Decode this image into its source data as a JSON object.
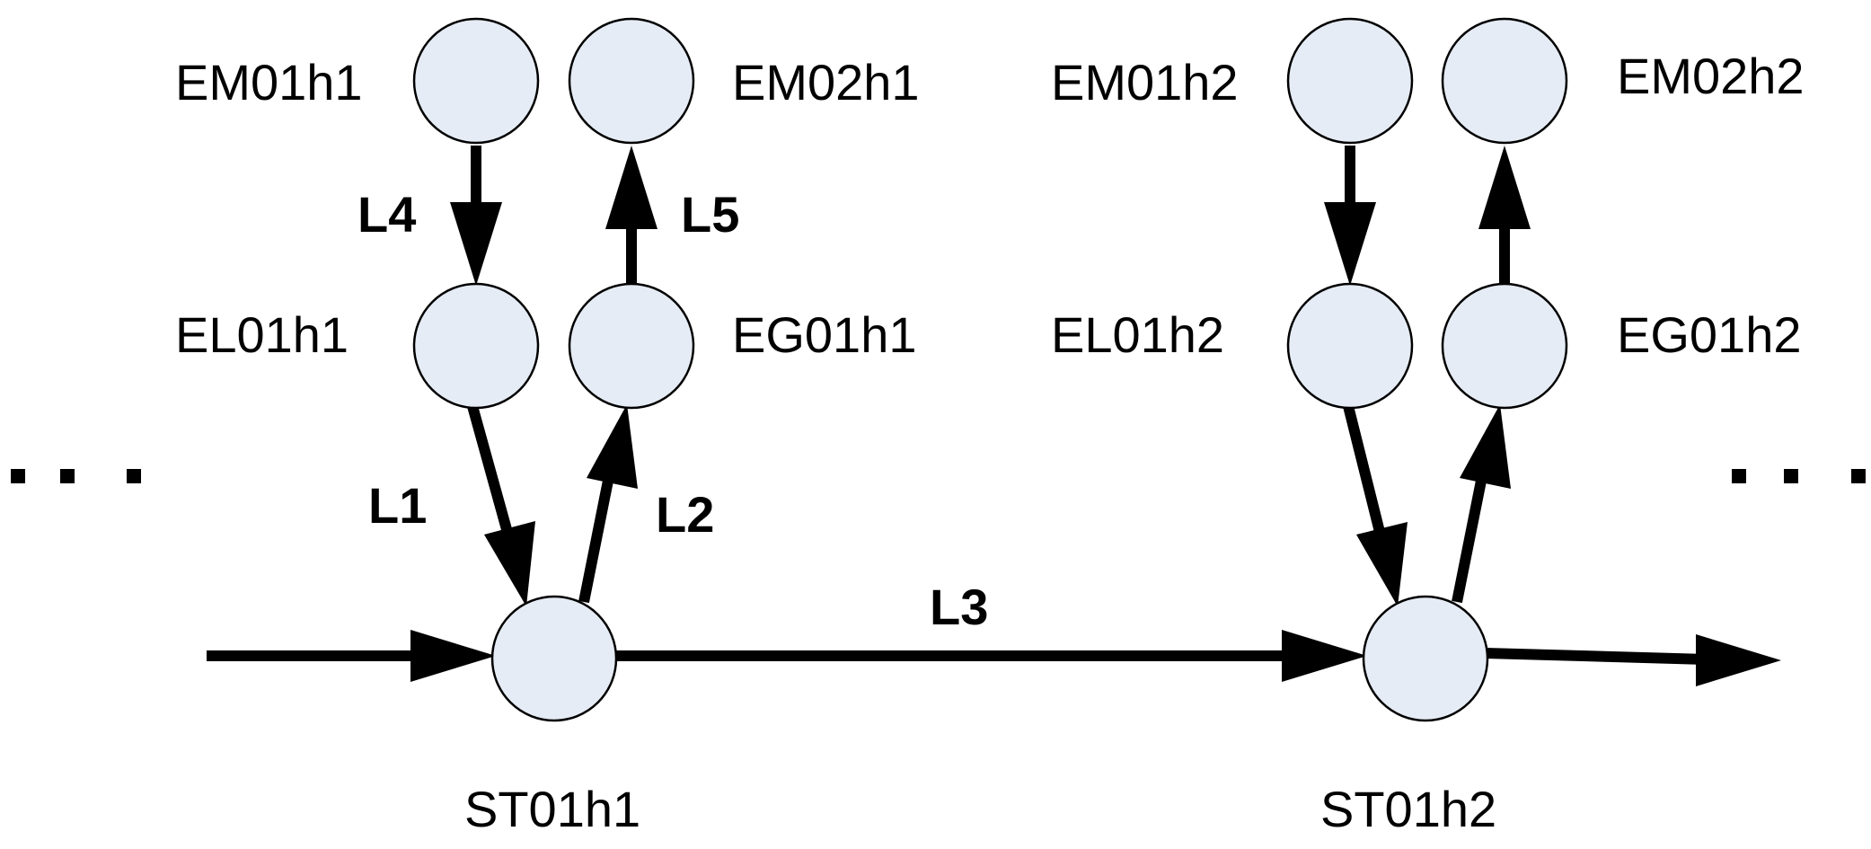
{
  "nodes": {
    "em01h1": "EM01h1",
    "em02h1": "EM02h1",
    "el01h1": "EL01h1",
    "eg01h1": "EG01h1",
    "st01h1": "ST01h1",
    "em01h2": "EM01h2",
    "em02h2": "EM02h2",
    "el01h2": "EL01h2",
    "eg01h2": "EG01h2",
    "st01h2": "ST01h2"
  },
  "edges": {
    "l1": "L1",
    "l2": "L2",
    "l3": "L3",
    "l4": "L4",
    "l5": "L5"
  },
  "colors": {
    "node_fill": "#e6ecf5",
    "stroke": "#000000"
  }
}
